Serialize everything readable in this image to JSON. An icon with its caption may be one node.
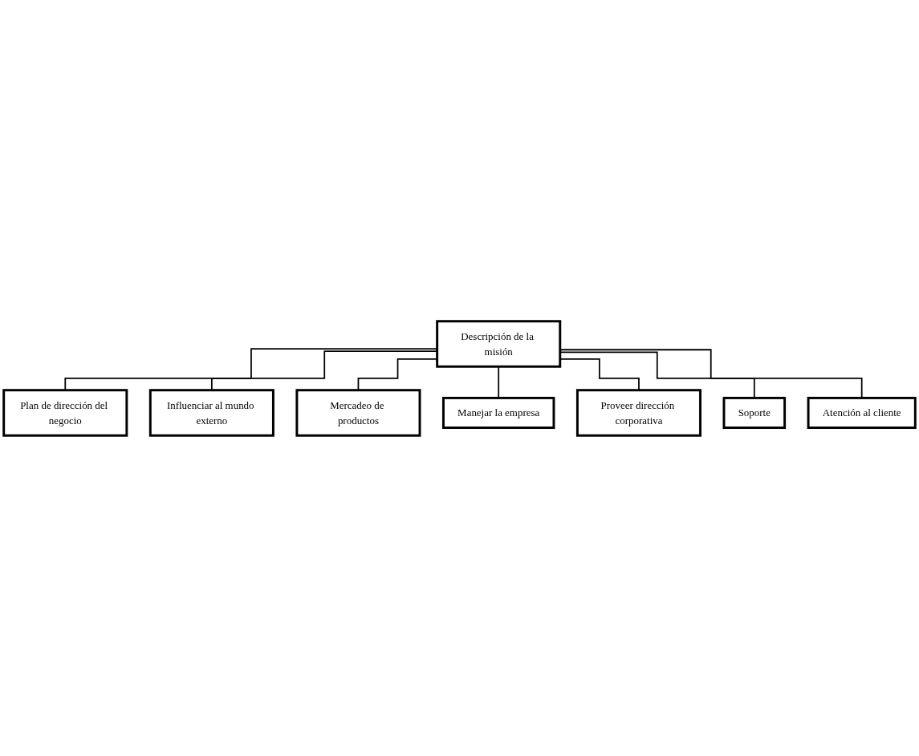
{
  "diagram": {
    "nodes": [
      {
        "text": [
          "Descripción de la misión"
        ]
      },
      {
        "text": [
          "Plan de dirección del negocio"
        ]
      },
      {
        "text": [
          "Influenciar al mundo externo"
        ]
      },
      {
        "text": [
          "Mercadeo de productos"
        ]
      },
      {
        "text": [
          "Manejar la empresa"
        ]
      },
      {
        "text": [
          "Proveer dirección corporativa"
        ]
      },
      {
        "text": [
          "Soporte"
        ]
      },
      {
        "text": [
          "Atención al cliente"
        ]
      }
    ],
    "edges": [
      {
        "from": 0,
        "to": 1,
        "arrow": "none"
      },
      {
        "from": 0,
        "to": 2,
        "arrow": "none"
      },
      {
        "from": 0,
        "to": 3,
        "arrow": "none"
      },
      {
        "from": 0,
        "to": 4,
        "arrow": "none"
      },
      {
        "from": 0,
        "to": 5,
        "arrow": "none"
      },
      {
        "from": 0,
        "to": 6,
        "arrow": "none"
      },
      {
        "from": 0,
        "to": 7,
        "arrow": "none"
      }
    ]
  }
}
